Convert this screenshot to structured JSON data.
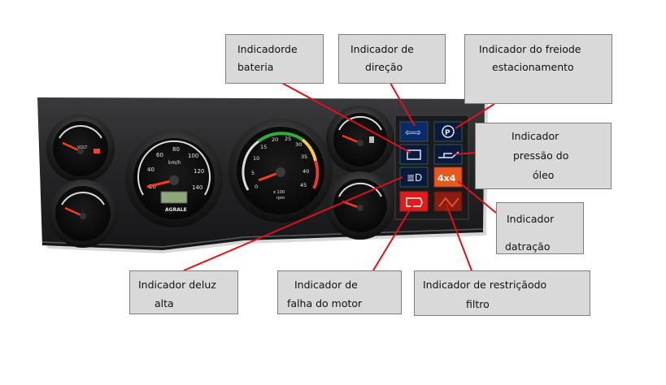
{
  "labels": {
    "battery": {
      "line1": "Indicadorde",
      "line2": "bateria"
    },
    "direction": {
      "line1": "Indicador de",
      "line2": "direção"
    },
    "parking_brake": {
      "line1": "Indicador do freiode",
      "line2": "estacionamento"
    },
    "oil_pressure": {
      "line1": "Indicador",
      "line2": "pressão do",
      "line3": "óleo"
    },
    "traction": {
      "line1": "Indicador",
      "line2": "datração"
    },
    "high_beam": {
      "line1": "Indicador deluz",
      "line2": "alta"
    },
    "engine_fault": {
      "line1": "Indicador de",
      "line2": "falha do motor"
    },
    "filter_restriction": {
      "line1": "Indicador de restriçãodo",
      "line2": "filtro"
    }
  },
  "dashboard": {
    "speedometer": {
      "unit": "km/h",
      "brand": "AGRALE",
      "ticks": [
        "20",
        "40",
        "60",
        "80",
        "100",
        "120",
        "140"
      ]
    },
    "tachometer": {
      "unit": "x 100",
      "unit2": "rpm",
      "ticks": [
        "0",
        "5",
        "10",
        "15",
        "20",
        "25",
        "30",
        "35",
        "40",
        "45"
      ]
    },
    "voltmeter": {
      "label": "VOLT"
    },
    "traction_lamp": {
      "text": "4x4"
    }
  },
  "colors": {
    "line": "#e0101a",
    "callout_bg": "#d9d9d9",
    "panel": "#2a2a2c",
    "needle": "#ff3b1a"
  }
}
